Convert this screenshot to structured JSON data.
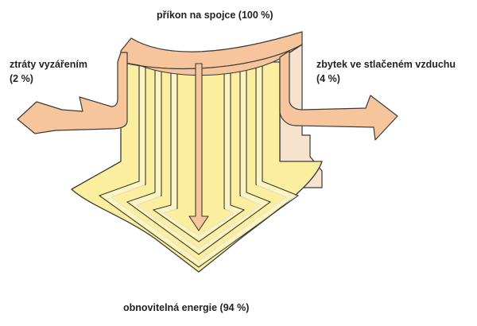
{
  "labels": {
    "input": {
      "text": "příkon na spojce (100 %)"
    },
    "radiation": {
      "line1": "ztráty vyzářením",
      "line2": "(2 %)"
    },
    "residual": {
      "line1": "zbytek ve stlačeném vzduchu",
      "line2": "(4 %)"
    },
    "recovered": {
      "text": "obnovitelná energie (94 %)"
    }
  },
  "colors": {
    "flow_fill": "#f7c59c",
    "flow_shade": "#f6e2cd",
    "arrow_fill": "#fbee9f",
    "arrow_light": "#fdf6c8",
    "stroke": "#3a3a3a"
  }
}
